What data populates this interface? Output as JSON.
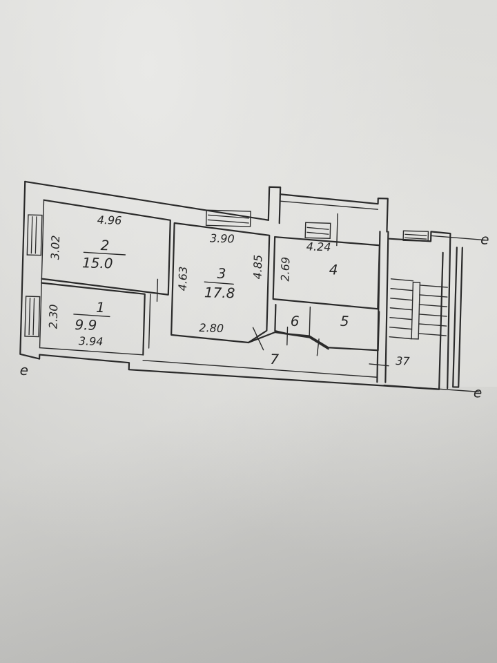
{
  "rooms": [
    {
      "number": "1",
      "area": "9.9"
    },
    {
      "number": "2",
      "area": "15.0"
    },
    {
      "number": "3",
      "area": "17.8"
    },
    {
      "number": "4",
      "area": ""
    },
    {
      "number": "5",
      "area": ""
    },
    {
      "number": "6",
      "area": ""
    },
    {
      "number": "7",
      "area": ""
    }
  ],
  "dimensions": {
    "room2_width": "4.96",
    "room2_height": "3.02",
    "room1_height": "2.30",
    "room1_width": "3.94",
    "room3_width": "3.90",
    "room3_left": "4.63",
    "room3_right": "4.85",
    "room3_bottom": "2.80",
    "room4_width": "4.24",
    "room4_height": "2.69"
  },
  "stair_number": "37",
  "axis_marks": {
    "left": "e",
    "right_top": "e",
    "right_bottom": "e"
  }
}
